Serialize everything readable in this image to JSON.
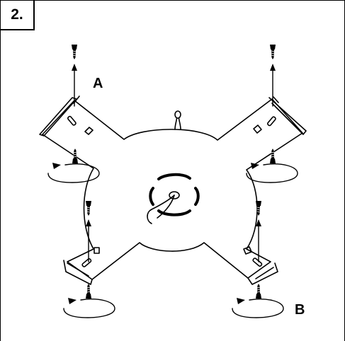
{
  "step": {
    "number": "2."
  },
  "callouts": {
    "a": "A",
    "b": "B"
  },
  "colors": {
    "ink": "#000000",
    "background": "#ffffff"
  },
  "icons": {
    "screw": "screw-icon",
    "arrow": "arrow-up-icon",
    "rotate": "rotate-arrow-icon"
  }
}
